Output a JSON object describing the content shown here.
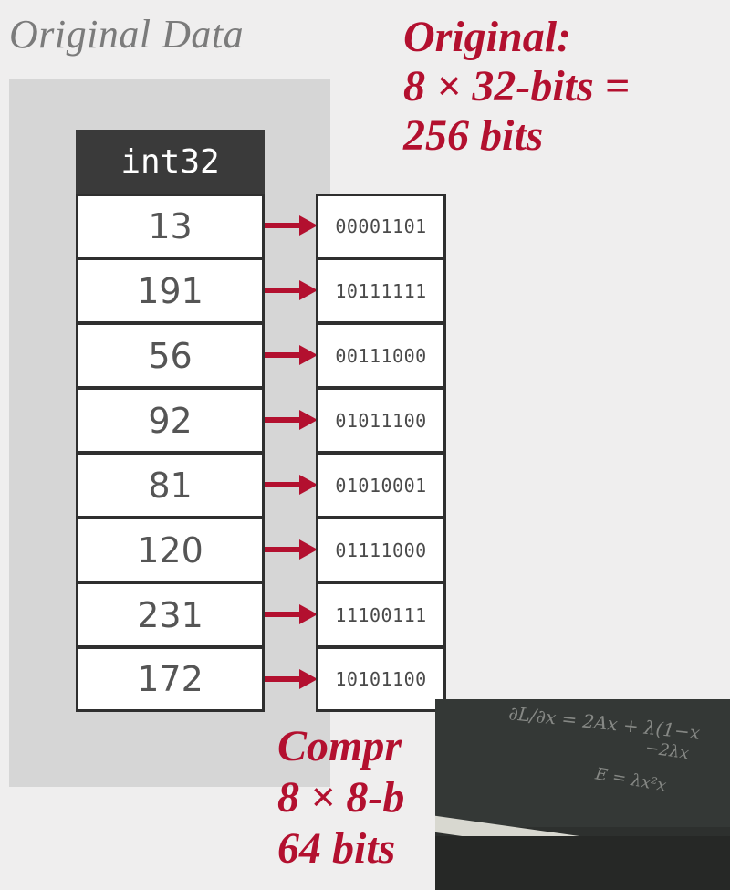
{
  "title": "Original Data",
  "column_header": "int32",
  "values": [
    "13",
    "191",
    "56",
    "92",
    "81",
    "120",
    "231",
    "172"
  ],
  "binary": [
    "00001101",
    "10111111",
    "00111000",
    "01011100",
    "01010001",
    "01111000",
    "11100111",
    "10101100"
  ],
  "original_note": {
    "line1": "Original:",
    "line2": "8 × 32-bits =",
    "line3": "256 bits"
  },
  "compressed_note": {
    "line1": "Compr",
    "line2": "8 × 8-b",
    "line3": "64 bits"
  },
  "video_overlay": {
    "chalk1": "∂L/∂x = 2Ax + λ(1−x",
    "chalk2": "−2λx",
    "chalk3": "E = λx²x"
  },
  "colors": {
    "accent_red": "#b3102f",
    "header_bg": "#3a3a3a",
    "panel_bg": "#d6d6d6"
  }
}
